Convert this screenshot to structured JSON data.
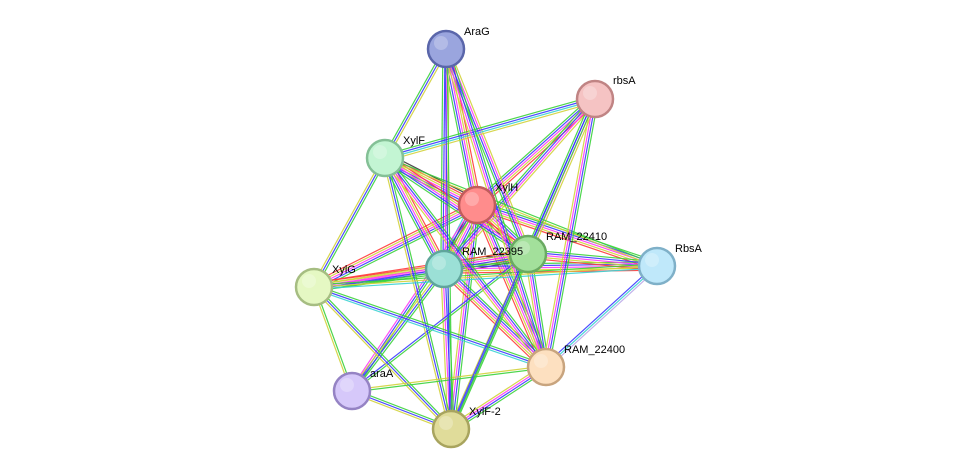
{
  "network": {
    "nodes": [
      {
        "id": "AraG",
        "label": "AraG",
        "color": "#9aa5de",
        "stroke": "#5a66aa"
      },
      {
        "id": "rbsA",
        "label": "rbsA",
        "color": "#f5c3c3",
        "stroke": "#c08484"
      },
      {
        "id": "XylF",
        "label": "XylF",
        "color": "#c3f5d3",
        "stroke": "#84c096"
      },
      {
        "id": "XylH",
        "label": "XylH",
        "color": "#ff8c8c",
        "stroke": "#c05c5c"
      },
      {
        "id": "RAM_22410",
        "label": "RAM_22410",
        "color": "#a3e09b",
        "stroke": "#6aaa62"
      },
      {
        "id": "RAM_22395",
        "label": "RAM_22395",
        "color": "#9be0d6",
        "stroke": "#5fa59b"
      },
      {
        "id": "RbsA",
        "label": "RbsA",
        "color": "#bfe8fa",
        "stroke": "#7fb0c8"
      },
      {
        "id": "XylG",
        "label": "XylG",
        "color": "#e5f8c3",
        "stroke": "#a6bd82"
      },
      {
        "id": "RAM_22400",
        "label": "RAM_22400",
        "color": "#fde0c0",
        "stroke": "#c8a47e"
      },
      {
        "id": "araA",
        "label": "araA",
        "color": "#d6c8fa",
        "stroke": "#9583c4"
      },
      {
        "id": "XylF-2",
        "label": "XylF-2",
        "color": "#e0dc9a",
        "stroke": "#a8a45e"
      }
    ],
    "edges": [
      {
        "source": "XylH",
        "target": "RAM_22395",
        "colors": [
          "#3ad13a",
          "#3a3aff",
          "#ff3af5",
          "#d1d13a",
          "#ff3a3a",
          "#3a3a3a",
          "#3ad1d1"
        ]
      },
      {
        "source": "XylH",
        "target": "RAM_22410",
        "colors": [
          "#3ad13a",
          "#3a3aff",
          "#ff3af5",
          "#d1d13a",
          "#ff3a3a",
          "#3a3a3a"
        ]
      },
      {
        "source": "XylH",
        "target": "XylF",
        "colors": [
          "#3ad13a",
          "#3a3aff",
          "#ff3af5",
          "#d1d13a",
          "#ff3a3a",
          "#3a3a3a"
        ]
      },
      {
        "source": "XylH",
        "target": "AraG",
        "colors": [
          "#3ad13a",
          "#3a3aff",
          "#ff3af5",
          "#d1d13a",
          "#ff3a3a"
        ]
      },
      {
        "source": "XylH",
        "target": "rbsA",
        "colors": [
          "#3ad13a",
          "#3a3aff",
          "#ff3af5",
          "#d1d13a",
          "#ff3a3a"
        ]
      },
      {
        "source": "XylH",
        "target": "XylG",
        "colors": [
          "#3ad13a",
          "#3a3aff",
          "#ff3af5",
          "#d1d13a",
          "#ff3a3a"
        ]
      },
      {
        "source": "XylH",
        "target": "RbsA",
        "colors": [
          "#3ad13a",
          "#3a3aff",
          "#ff3af5",
          "#d1d13a",
          "#ff3a3a"
        ]
      },
      {
        "source": "XylH",
        "target": "RAM_22400",
        "colors": [
          "#3ad13a",
          "#3a3aff",
          "#ff3af5",
          "#d1d13a",
          "#ff3a3a"
        ]
      },
      {
        "source": "XylH",
        "target": "araA",
        "colors": [
          "#3ad13a",
          "#3a3aff",
          "#ff3af5"
        ]
      },
      {
        "source": "XylH",
        "target": "XylF-2",
        "colors": [
          "#3ad13a",
          "#3a3aff",
          "#ff3af5",
          "#d1d13a"
        ]
      },
      {
        "source": "RAM_22395",
        "target": "RAM_22410",
        "colors": [
          "#3ad13a",
          "#3a3aff",
          "#ff3af5",
          "#d1d13a",
          "#ff3a3a",
          "#3a3a3a"
        ]
      },
      {
        "source": "RAM_22395",
        "target": "XylF",
        "colors": [
          "#3ad13a",
          "#3a3aff",
          "#ff3af5",
          "#d1d13a",
          "#ff3a3a"
        ]
      },
      {
        "source": "RAM_22395",
        "target": "XylG",
        "colors": [
          "#3ad13a",
          "#3a3aff",
          "#ff3af5",
          "#d1d13a",
          "#ff3a3a"
        ]
      },
      {
        "source": "RAM_22395",
        "target": "AraG",
        "colors": [
          "#3ad13a",
          "#3a3aff",
          "#ff3af5",
          "#d1d13a"
        ]
      },
      {
        "source": "RAM_22395",
        "target": "rbsA",
        "colors": [
          "#3ad13a",
          "#3a3aff",
          "#ff3af5",
          "#d1d13a"
        ]
      },
      {
        "source": "RAM_22395",
        "target": "RbsA",
        "colors": [
          "#3ad13a",
          "#3a3aff",
          "#ff3af5",
          "#d1d13a",
          "#ff3a3a"
        ]
      },
      {
        "source": "RAM_22395",
        "target": "RAM_22400",
        "colors": [
          "#3ad13a",
          "#3a3aff",
          "#ff3af5",
          "#d1d13a",
          "#ff3a3a"
        ]
      },
      {
        "source": "RAM_22395",
        "target": "araA",
        "colors": [
          "#3ad13a",
          "#3a3aff",
          "#d1d13a"
        ]
      },
      {
        "source": "RAM_22395",
        "target": "XylF-2",
        "colors": [
          "#3ad13a",
          "#3a3aff",
          "#ff3af5",
          "#d1d13a"
        ]
      },
      {
        "source": "RAM_22410",
        "target": "XylF",
        "colors": [
          "#3ad13a",
          "#3a3aff",
          "#ff3af5",
          "#d1d13a",
          "#ff3a3a"
        ]
      },
      {
        "source": "RAM_22410",
        "target": "XylG",
        "colors": [
          "#3ad13a",
          "#3a3aff",
          "#ff3af5",
          "#d1d13a",
          "#ff3a3a"
        ]
      },
      {
        "source": "RAM_22410",
        "target": "AraG",
        "colors": [
          "#3ad13a",
          "#3a3aff",
          "#ff3af5",
          "#d1d13a"
        ]
      },
      {
        "source": "RAM_22410",
        "target": "rbsA",
        "colors": [
          "#3ad13a",
          "#3a3aff",
          "#ff3af5",
          "#d1d13a"
        ]
      },
      {
        "source": "RAM_22410",
        "target": "RbsA",
        "colors": [
          "#3ad13a",
          "#3a3aff",
          "#ff3af5",
          "#d1d13a",
          "#ff3a3a"
        ]
      },
      {
        "source": "RAM_22410",
        "target": "RAM_22400",
        "colors": [
          "#3ad13a",
          "#3a3aff",
          "#ff3af5",
          "#d1d13a"
        ]
      },
      {
        "source": "RAM_22410",
        "target": "araA",
        "colors": [
          "#3ad13a",
          "#3a3aff"
        ]
      },
      {
        "source": "RAM_22410",
        "target": "XylF-2",
        "colors": [
          "#3ad13a",
          "#3a3aff",
          "#d1d13a"
        ]
      },
      {
        "source": "XylF",
        "target": "AraG",
        "colors": [
          "#3ad13a",
          "#3a3aff",
          "#d1d13a"
        ]
      },
      {
        "source": "XylF",
        "target": "rbsA",
        "colors": [
          "#3ad13a",
          "#3a3aff",
          "#3ad1d1",
          "#d1d13a"
        ]
      },
      {
        "source": "XylF",
        "target": "XylG",
        "colors": [
          "#3ad13a",
          "#3a3aff",
          "#d1d13a"
        ]
      },
      {
        "source": "XylF",
        "target": "RAM_22400",
        "colors": [
          "#3ad13a",
          "#3a3aff",
          "#ff3af5",
          "#d1d13a"
        ]
      },
      {
        "source": "XylF",
        "target": "XylF-2",
        "colors": [
          "#3ad13a",
          "#3a3aff",
          "#d1d13a"
        ]
      },
      {
        "source": "XylF",
        "target": "RbsA",
        "colors": [
          "#3ad13a",
          "#d1d13a"
        ]
      },
      {
        "source": "XylG",
        "target": "RbsA",
        "colors": [
          "#3ad13a",
          "#d1d13a",
          "#3ad1d1"
        ]
      },
      {
        "source": "XylG",
        "target": "RAM_22400",
        "colors": [
          "#3ad13a",
          "#3a3aff",
          "#3ad1d1"
        ]
      },
      {
        "source": "XylG",
        "target": "araA",
        "colors": [
          "#3ad13a",
          "#d1d13a"
        ]
      },
      {
        "source": "XylG",
        "target": "XylF-2",
        "colors": [
          "#3ad13a",
          "#3a3aff",
          "#d1d13a"
        ]
      },
      {
        "source": "RAM_22400",
        "target": "RbsA",
        "colors": [
          "#3a3aff",
          "#3ad1d1",
          "#bba9e8"
        ]
      },
      {
        "source": "RAM_22400",
        "target": "araA",
        "colors": [
          "#3ad13a",
          "#d1d13a"
        ]
      },
      {
        "source": "RAM_22400",
        "target": "XylF-2",
        "colors": [
          "#3ad13a",
          "#3a3aff",
          "#ff3af5",
          "#d1d13a"
        ]
      },
      {
        "source": "araA",
        "target": "XylF-2",
        "colors": [
          "#3ad13a",
          "#3a3aff",
          "#d1d13a"
        ]
      },
      {
        "source": "AraG",
        "target": "RAM_22400",
        "colors": [
          "#3ad13a",
          "#3a3aff",
          "#ff3af5",
          "#d1d13a"
        ]
      },
      {
        "source": "rbsA",
        "target": "RAM_22400",
        "colors": [
          "#3ad13a",
          "#3a3aff",
          "#ff3af5",
          "#d1d13a"
        ]
      },
      {
        "source": "rbsA",
        "target": "XylF-2",
        "colors": [
          "#3ad13a",
          "#3a3aff"
        ]
      },
      {
        "source": "AraG",
        "target": "XylF-2",
        "colors": [
          "#3ad13a",
          "#3a3aff"
        ]
      }
    ]
  }
}
